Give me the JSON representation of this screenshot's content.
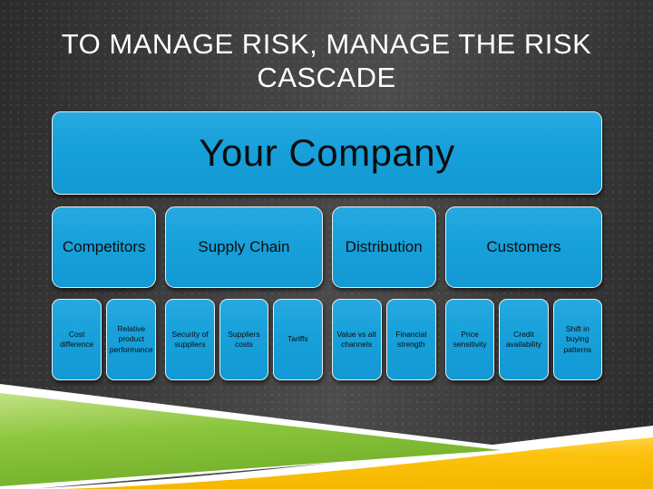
{
  "slide": {
    "title": "To manage risk, manage the risk cascade"
  },
  "diagram": {
    "root": "Your Company",
    "groups": [
      {
        "label": "Competitors",
        "children": [
          "Cost difference",
          "Relative product performance"
        ]
      },
      {
        "label": "Supply Chain",
        "children": [
          "Security of suppliers",
          "Suppliers costs",
          "Tariffs"
        ]
      },
      {
        "label": "Distribution",
        "children": [
          "Value vs alt channels",
          "Financial strength"
        ]
      },
      {
        "label": "Customers",
        "children": [
          "Price sensitivity",
          "Credit availability",
          "Shift in buying patterns"
        ]
      }
    ]
  },
  "colors": {
    "box_fill": "#17A0DA",
    "box_border": "#E9EDEF",
    "box_text": "#0D0D0D",
    "background": "#3D3D3D",
    "title_text": "#FFFFFF",
    "accent_green": "#8CC63F",
    "accent_yellow": "#FCC20E",
    "ribbon_outline": "#FFFFFF"
  }
}
